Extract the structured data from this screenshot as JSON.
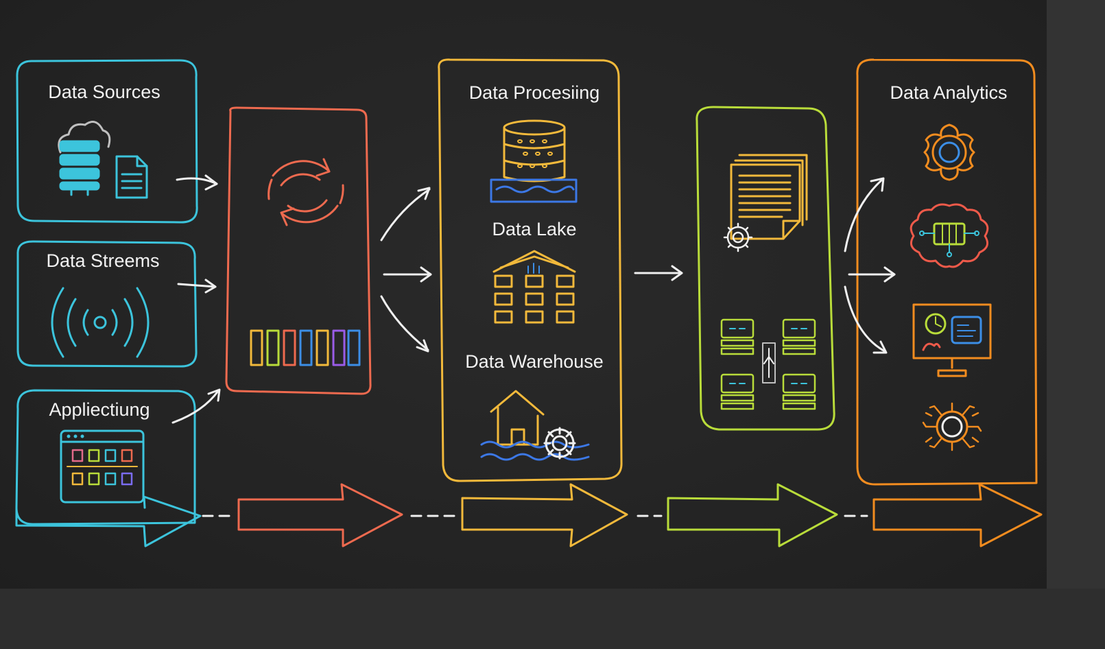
{
  "labels": {
    "data_sources": "Data Sources",
    "data_streams": "Data Streems",
    "application": "Appliectiung",
    "data_processing": "Data Procesiing",
    "data_lake": "Data Lake",
    "data_warehouse": "Data Warehouse",
    "data_analytics": "Data Analytics"
  },
  "colors": {
    "sources": "#3cc4dc",
    "ingestion": "#ee6a4f",
    "processing": "#f2b93b",
    "storage": "#b9dc3a",
    "analytics": "#f28c1f",
    "arrows": "#f0f0f0",
    "background": "#232323"
  },
  "icons": [
    "cloud-server-icon",
    "document-icon",
    "wireless-signal-icon",
    "app-window-icon",
    "sync-icon",
    "colored-bars-icon",
    "database-icon",
    "lake-waves-icon",
    "warehouse-building-icon",
    "house-gear-icon",
    "documents-stack-icon",
    "servers-icon",
    "gear-flower-icon",
    "brain-chip-icon",
    "dashboard-monitor-icon",
    "network-hub-icon"
  ]
}
